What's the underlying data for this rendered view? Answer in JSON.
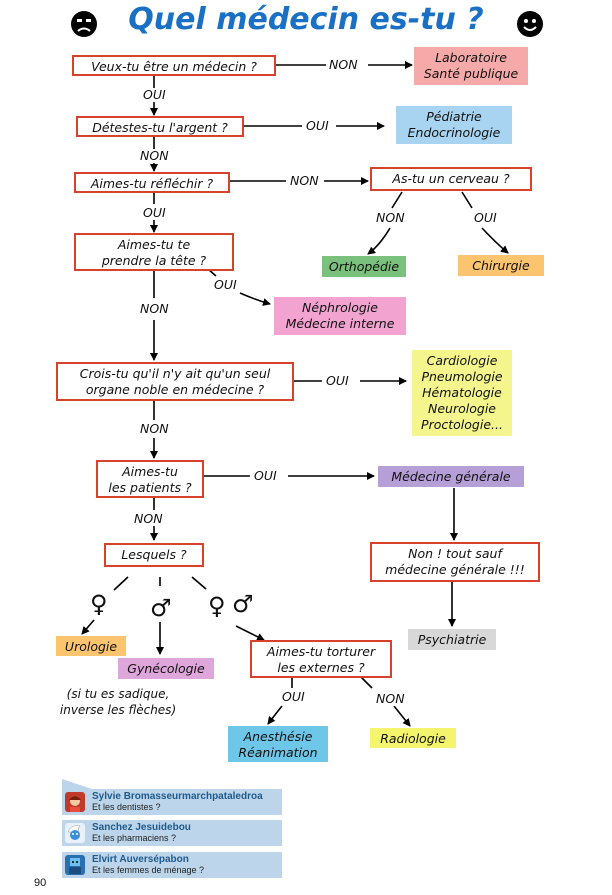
{
  "title": "Quel médecin es-tu ?",
  "questions": {
    "q1": "Veux-tu être un médecin ?",
    "q2": "Détestes-tu l'argent ?",
    "q3": "Aimes-tu réfléchir ?",
    "q4": "As-tu un cerveau ?",
    "q5_l1": "Aimes-tu te",
    "q5_l2": "prendre la tête ?",
    "q6_l1": "Crois-tu qu'il n'y ait qu'un seul",
    "q6_l2": "organe noble en médecine ?",
    "q7_l1": "Aimes-tu",
    "q7_l2": "les patients ?",
    "q8": "Lesquels ?",
    "q9_l1": "Non ! tout sauf",
    "q9_l2": "médecine générale !!!",
    "q10_l1": "Aimes-tu torturer",
    "q10_l2": "les externes ?"
  },
  "results": {
    "labo_l1": "Laboratoire",
    "labo_l2": "Santé publique",
    "pedia_l1": "Pédiatrie",
    "pedia_l2": "Endocrinologie",
    "ortho": "Orthopédie",
    "chir": "Chirurgie",
    "nephro_l1": "Néphrologie",
    "nephro_l2": "Médecine interne",
    "cardio_l1": "Cardiologie",
    "cardio_l2": "Pneumologie",
    "cardio_l3": "Hématologie",
    "cardio_l4": "Neurologie",
    "cardio_l5": "Proctologie...",
    "medgen": "Médecine générale",
    "psy": "Psychiatrie",
    "uro": "Urologie",
    "gyneco": "Gynécologie",
    "anest_l1": "Anesthésie",
    "anest_l2": "Réanimation",
    "radio": "Radiologie"
  },
  "labels": {
    "oui": "OUI",
    "non": "NON"
  },
  "symbols": {
    "female": "♀",
    "male": "♂",
    "both_female": "♀",
    "both_male": "♂"
  },
  "note_l1": "(si tu es sadique,",
  "note_l2": "inverse les flèches)",
  "comments": [
    {
      "name": "Sylvie Bromasseurmarchpataledroa",
      "text": "Et les dentistes ?",
      "avatar": "person-avatar-icon"
    },
    {
      "name": "Sanchez Jesuidebou",
      "text": "Et les pharmaciens ?",
      "avatar": "smurf-avatar-icon"
    },
    {
      "name": "Elvirt Auversépabon",
      "text": "Et les femmes de ménage ?",
      "avatar": "robot-avatar-icon"
    }
  ],
  "page_number": "90",
  "colors": {
    "title": "#1a70c4",
    "question_border": "#d8412b",
    "pink": "#f5a9a9",
    "blue": "#a8d4f2",
    "green": "#7bc17e",
    "orange": "#fbc46e",
    "magenta": "#f2a3d0",
    "yellow": "#f4f58d",
    "purple": "#b69ed6",
    "gray": "#d8d8d8",
    "comment_bg": "#bcd5eb"
  }
}
